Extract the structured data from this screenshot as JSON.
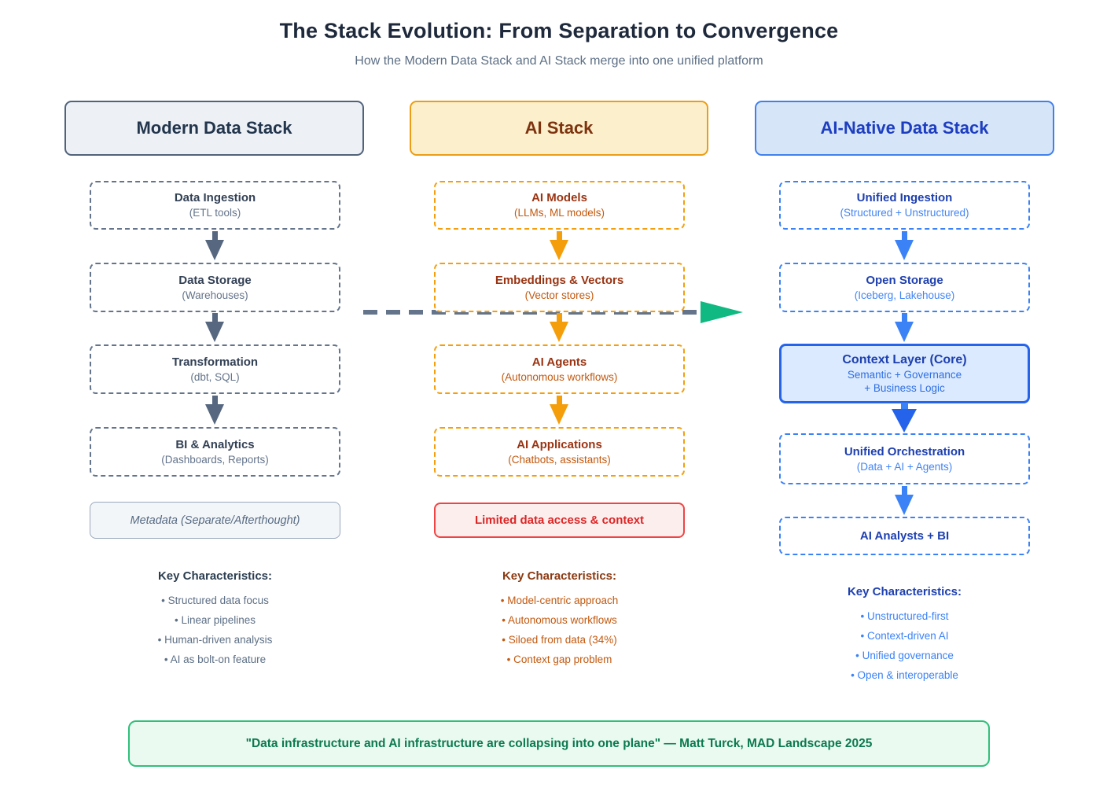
{
  "page": {
    "title": "The Stack Evolution: From Separation to Convergence",
    "subtitle": "How the Modern Data Stack and AI Stack merge into one unified platform"
  },
  "columns": [
    {
      "header": "Modern Data Stack",
      "boxes": [
        {
          "title": "Data Ingestion",
          "subtitle": "(ETL tools)"
        },
        {
          "title": "Data Storage",
          "subtitle": "(Warehouses)"
        },
        {
          "title": "Transformation",
          "subtitle": "(dbt, SQL)"
        },
        {
          "title": "BI & Analytics",
          "subtitle": "(Dashboards, Reports)"
        }
      ],
      "note": "Metadata (Separate/Afterthought)",
      "characteristics": {
        "title": "Key Characteristics:",
        "items": [
          "• Structured data focus",
          "• Linear pipelines",
          "• Human-driven analysis",
          "• AI as bolt-on feature"
        ]
      }
    },
    {
      "header": "AI Stack",
      "boxes": [
        {
          "title": "AI Models",
          "subtitle": "(LLMs, ML models)"
        },
        {
          "title": "Embeddings & Vectors",
          "subtitle": "(Vector stores)"
        },
        {
          "title": "AI Agents",
          "subtitle": "(Autonomous workflows)"
        },
        {
          "title": "AI Applications",
          "subtitle": "(Chatbots, assistants)"
        }
      ],
      "note": "Limited data access & context",
      "characteristics": {
        "title": "Key Characteristics:",
        "items": [
          "• Model-centric approach",
          "• Autonomous workflows",
          "• Siloed from data (34%)",
          "• Context gap problem"
        ]
      }
    },
    {
      "header": "AI-Native Data Stack",
      "boxes": [
        {
          "title": "Unified Ingestion",
          "subtitle": "(Structured + Unstructured)"
        },
        {
          "title": "Open Storage",
          "subtitle": "(Iceberg, Lakehouse)"
        },
        {
          "title": "Context Layer (Core)",
          "subtitle": "Semantic + Governance",
          "subtitle2": "+ Business Logic"
        },
        {
          "title": "Unified Orchestration",
          "subtitle": "(Data + AI + Agents)"
        },
        {
          "title": "AI Analysts + BI"
        }
      ],
      "characteristics": {
        "title": "Key Characteristics:",
        "items": [
          "• Unstructured-first",
          "• Context-driven AI",
          "• Unified governance",
          "• Open & interoperable"
        ]
      }
    }
  ],
  "quote": "\"Data infrastructure and AI infrastructure are collapsing into one plane\" — Matt Turck, MAD Landscape 2025",
  "colors": {
    "slate": "#64748b",
    "orange": "#f59e0b",
    "blue": "#3b82f6",
    "context_blue": "#2563eb",
    "green": "#10b981",
    "red": "#ef4444",
    "quote_green": "#2fbf7a"
  }
}
